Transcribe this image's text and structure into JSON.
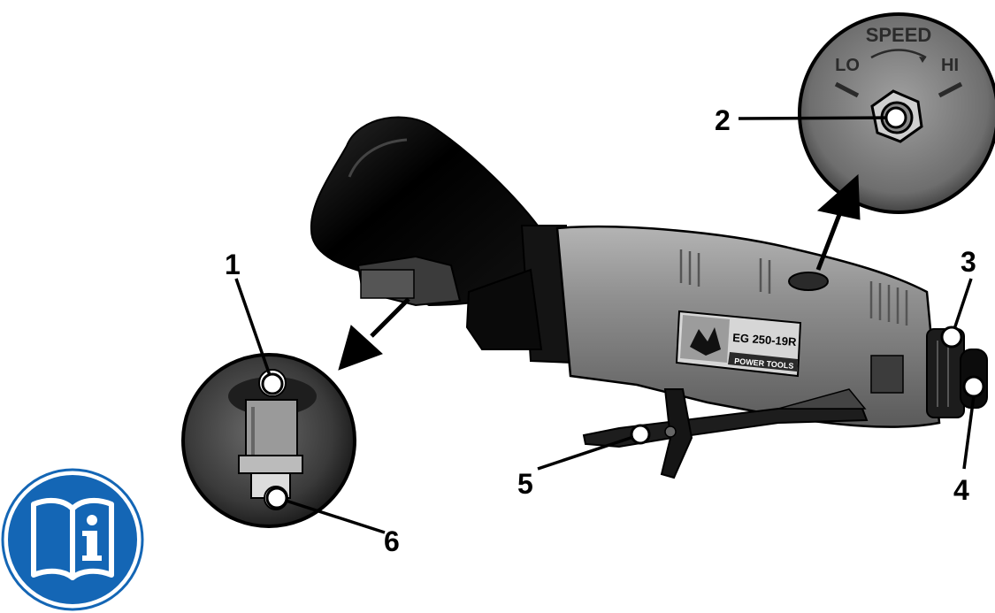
{
  "callouts": [
    "1",
    "2",
    "3",
    "4",
    "5",
    "6"
  ],
  "dial": {
    "title": "SPEED",
    "low": "LO",
    "high": "HI"
  },
  "label_plate": {
    "model": "EG 250-19R",
    "brand_line": "POWER TOOLS"
  },
  "icons": {
    "manual": "read-manual-info-icon"
  },
  "colors": {
    "ink": "#000000",
    "tool_body": "#8a8a8a",
    "info_blue": "#1466b5"
  }
}
